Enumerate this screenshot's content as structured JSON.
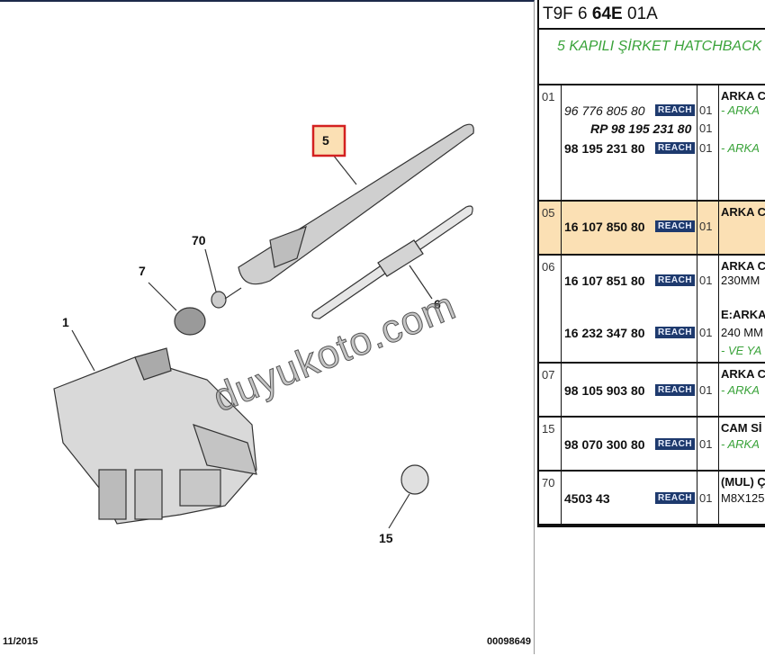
{
  "diagram": {
    "callouts": [
      "1",
      "5",
      "6",
      "7",
      "15",
      "70"
    ],
    "highlighted_callout": "5",
    "watermark": "duyukoto.com",
    "date": "11/2015",
    "code": "00098649"
  },
  "panel": {
    "title_prefix": "T9F 6 ",
    "title_bold": "64E",
    "title_suffix": " 01A",
    "subtitle": "5 KAPILI ŞİRKET HATCHBACK",
    "reach_label": "REACH",
    "rows": [
      {
        "ref": "01",
        "title": "ARKA C",
        "lines": [
          {
            "part": "96 776 805 80",
            "style": "italic",
            "reach": true,
            "qty": "01",
            "desc": "- ARKA"
          },
          {
            "part": "RP 98 195 231 80",
            "style": "rp",
            "reach": false,
            "qty": "01",
            "desc": ""
          },
          {
            "part": "98 195 231 80",
            "style": "bold",
            "reach": true,
            "qty": "01",
            "desc": "- ARKA"
          }
        ]
      },
      {
        "ref": "05",
        "selected": true,
        "title": "ARKA C",
        "lines": [
          {
            "part": "16 107 850 80",
            "style": "bold",
            "reach": true,
            "qty": "01",
            "desc": ""
          }
        ]
      },
      {
        "ref": "06",
        "title": "ARKA C",
        "lines": [
          {
            "part": "16 107 851 80",
            "style": "bold",
            "reach": true,
            "qty": "01",
            "desc": "230MM"
          },
          {
            "part": "16 232 347 80",
            "style": "bold",
            "reach": true,
            "qty": "01",
            "desc": "240 MM",
            "title2": "E:ARKA",
            "extra": "- VE YA"
          }
        ]
      },
      {
        "ref": "07",
        "title": "ARKA C",
        "lines": [
          {
            "part": "98 105 903 80",
            "style": "bold",
            "reach": true,
            "qty": "01",
            "desc": "- ARKA"
          }
        ]
      },
      {
        "ref": "15",
        "title": "CAM Sİ",
        "lines": [
          {
            "part": "98 070 300 80",
            "style": "bold",
            "reach": true,
            "qty": "01",
            "desc": "- ARKA"
          }
        ]
      },
      {
        "ref": "70",
        "title": "(MUL) Ç",
        "lines": [
          {
            "part": "4503 43",
            "style": "bold",
            "reach": true,
            "qty": "01",
            "desc": "M8X125"
          }
        ]
      }
    ]
  }
}
